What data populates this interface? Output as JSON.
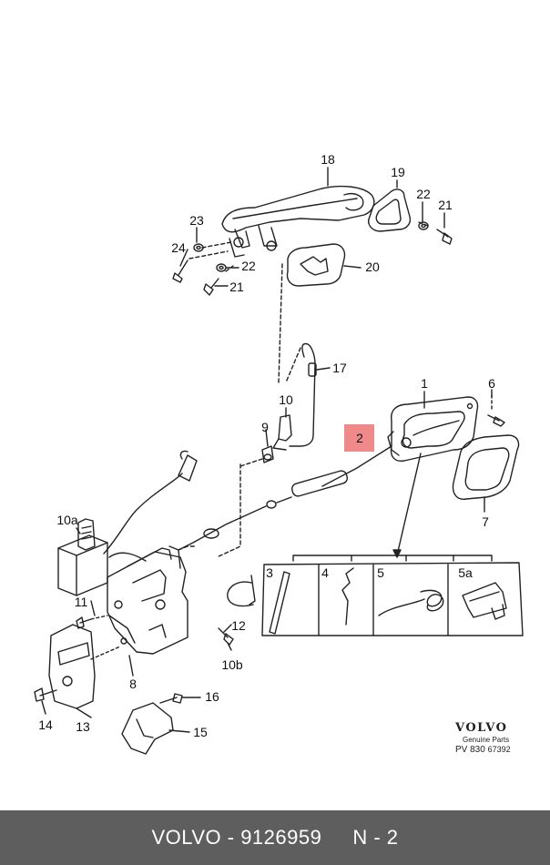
{
  "callouts": {
    "c18": "18",
    "c19": "19",
    "c22a": "22",
    "c21a": "21",
    "c23": "23",
    "c24": "24",
    "c22b": "22",
    "c21b": "21",
    "c20": "20",
    "c17": "17",
    "c10": "10",
    "c9": "9",
    "c1": "1",
    "c6": "6",
    "c2": "2",
    "c7": "7",
    "c10a": "10a",
    "c3": "3",
    "c4": "4",
    "c5": "5",
    "c5a": "5a",
    "c11": "11",
    "c12": "12",
    "c10b": "10b",
    "c8": "8",
    "c14": "14",
    "c13": "13",
    "c16": "16",
    "c15": "15"
  },
  "highlight": {
    "color": "#f08a8a",
    "label_ref": "c2"
  },
  "brand": {
    "logo": "VOLVO",
    "subtitle": "Genuine Parts",
    "code_main": "PV 830",
    "code_small": "67392"
  },
  "footer": {
    "make": "VOLVO - 9126959",
    "ref": "N - 2"
  }
}
